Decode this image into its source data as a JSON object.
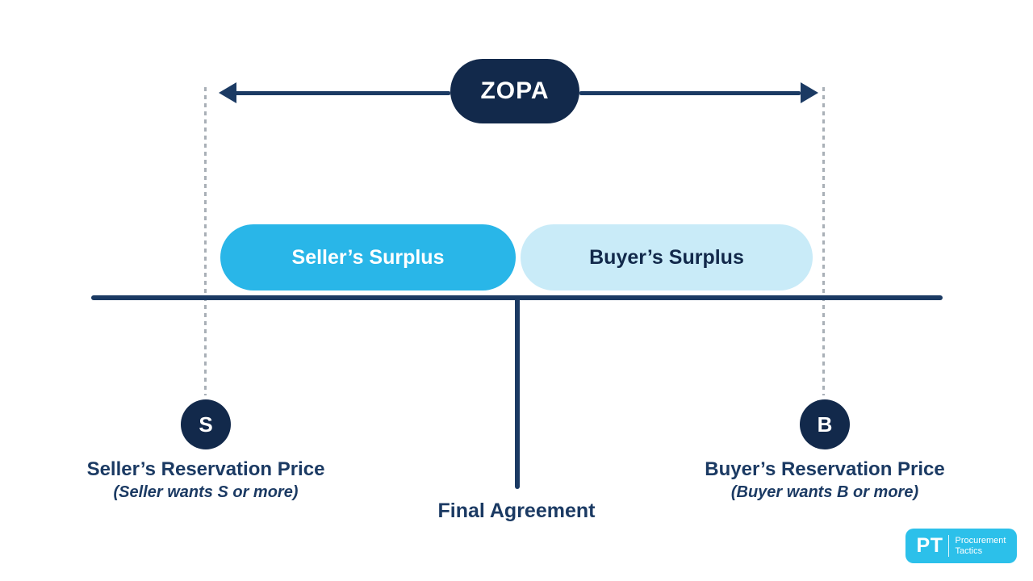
{
  "colors": {
    "navy": "#12294b",
    "ink": "#1b3a63",
    "cyan": "#29b6e8",
    "lightblue": "#c9ebf8",
    "dotted": "#a9b0b7",
    "logo": "#2cc0ea"
  },
  "zopa": {
    "label": "ZOPA"
  },
  "surplus": {
    "seller_label": "Seller’s Surplus",
    "buyer_label": "Buyer’s Surplus"
  },
  "seller_point": {
    "marker": "S",
    "title": "Seller’s Reservation Price",
    "subtitle": "(Seller wants S or more)"
  },
  "buyer_point": {
    "marker": "B",
    "title": "Buyer’s Reservation Price",
    "subtitle": "(Buyer wants B or more)"
  },
  "final_agreement": {
    "label": "Final Agreement"
  },
  "logo": {
    "initials": "PT",
    "line1": "Procurement",
    "line2": "Tactics"
  }
}
